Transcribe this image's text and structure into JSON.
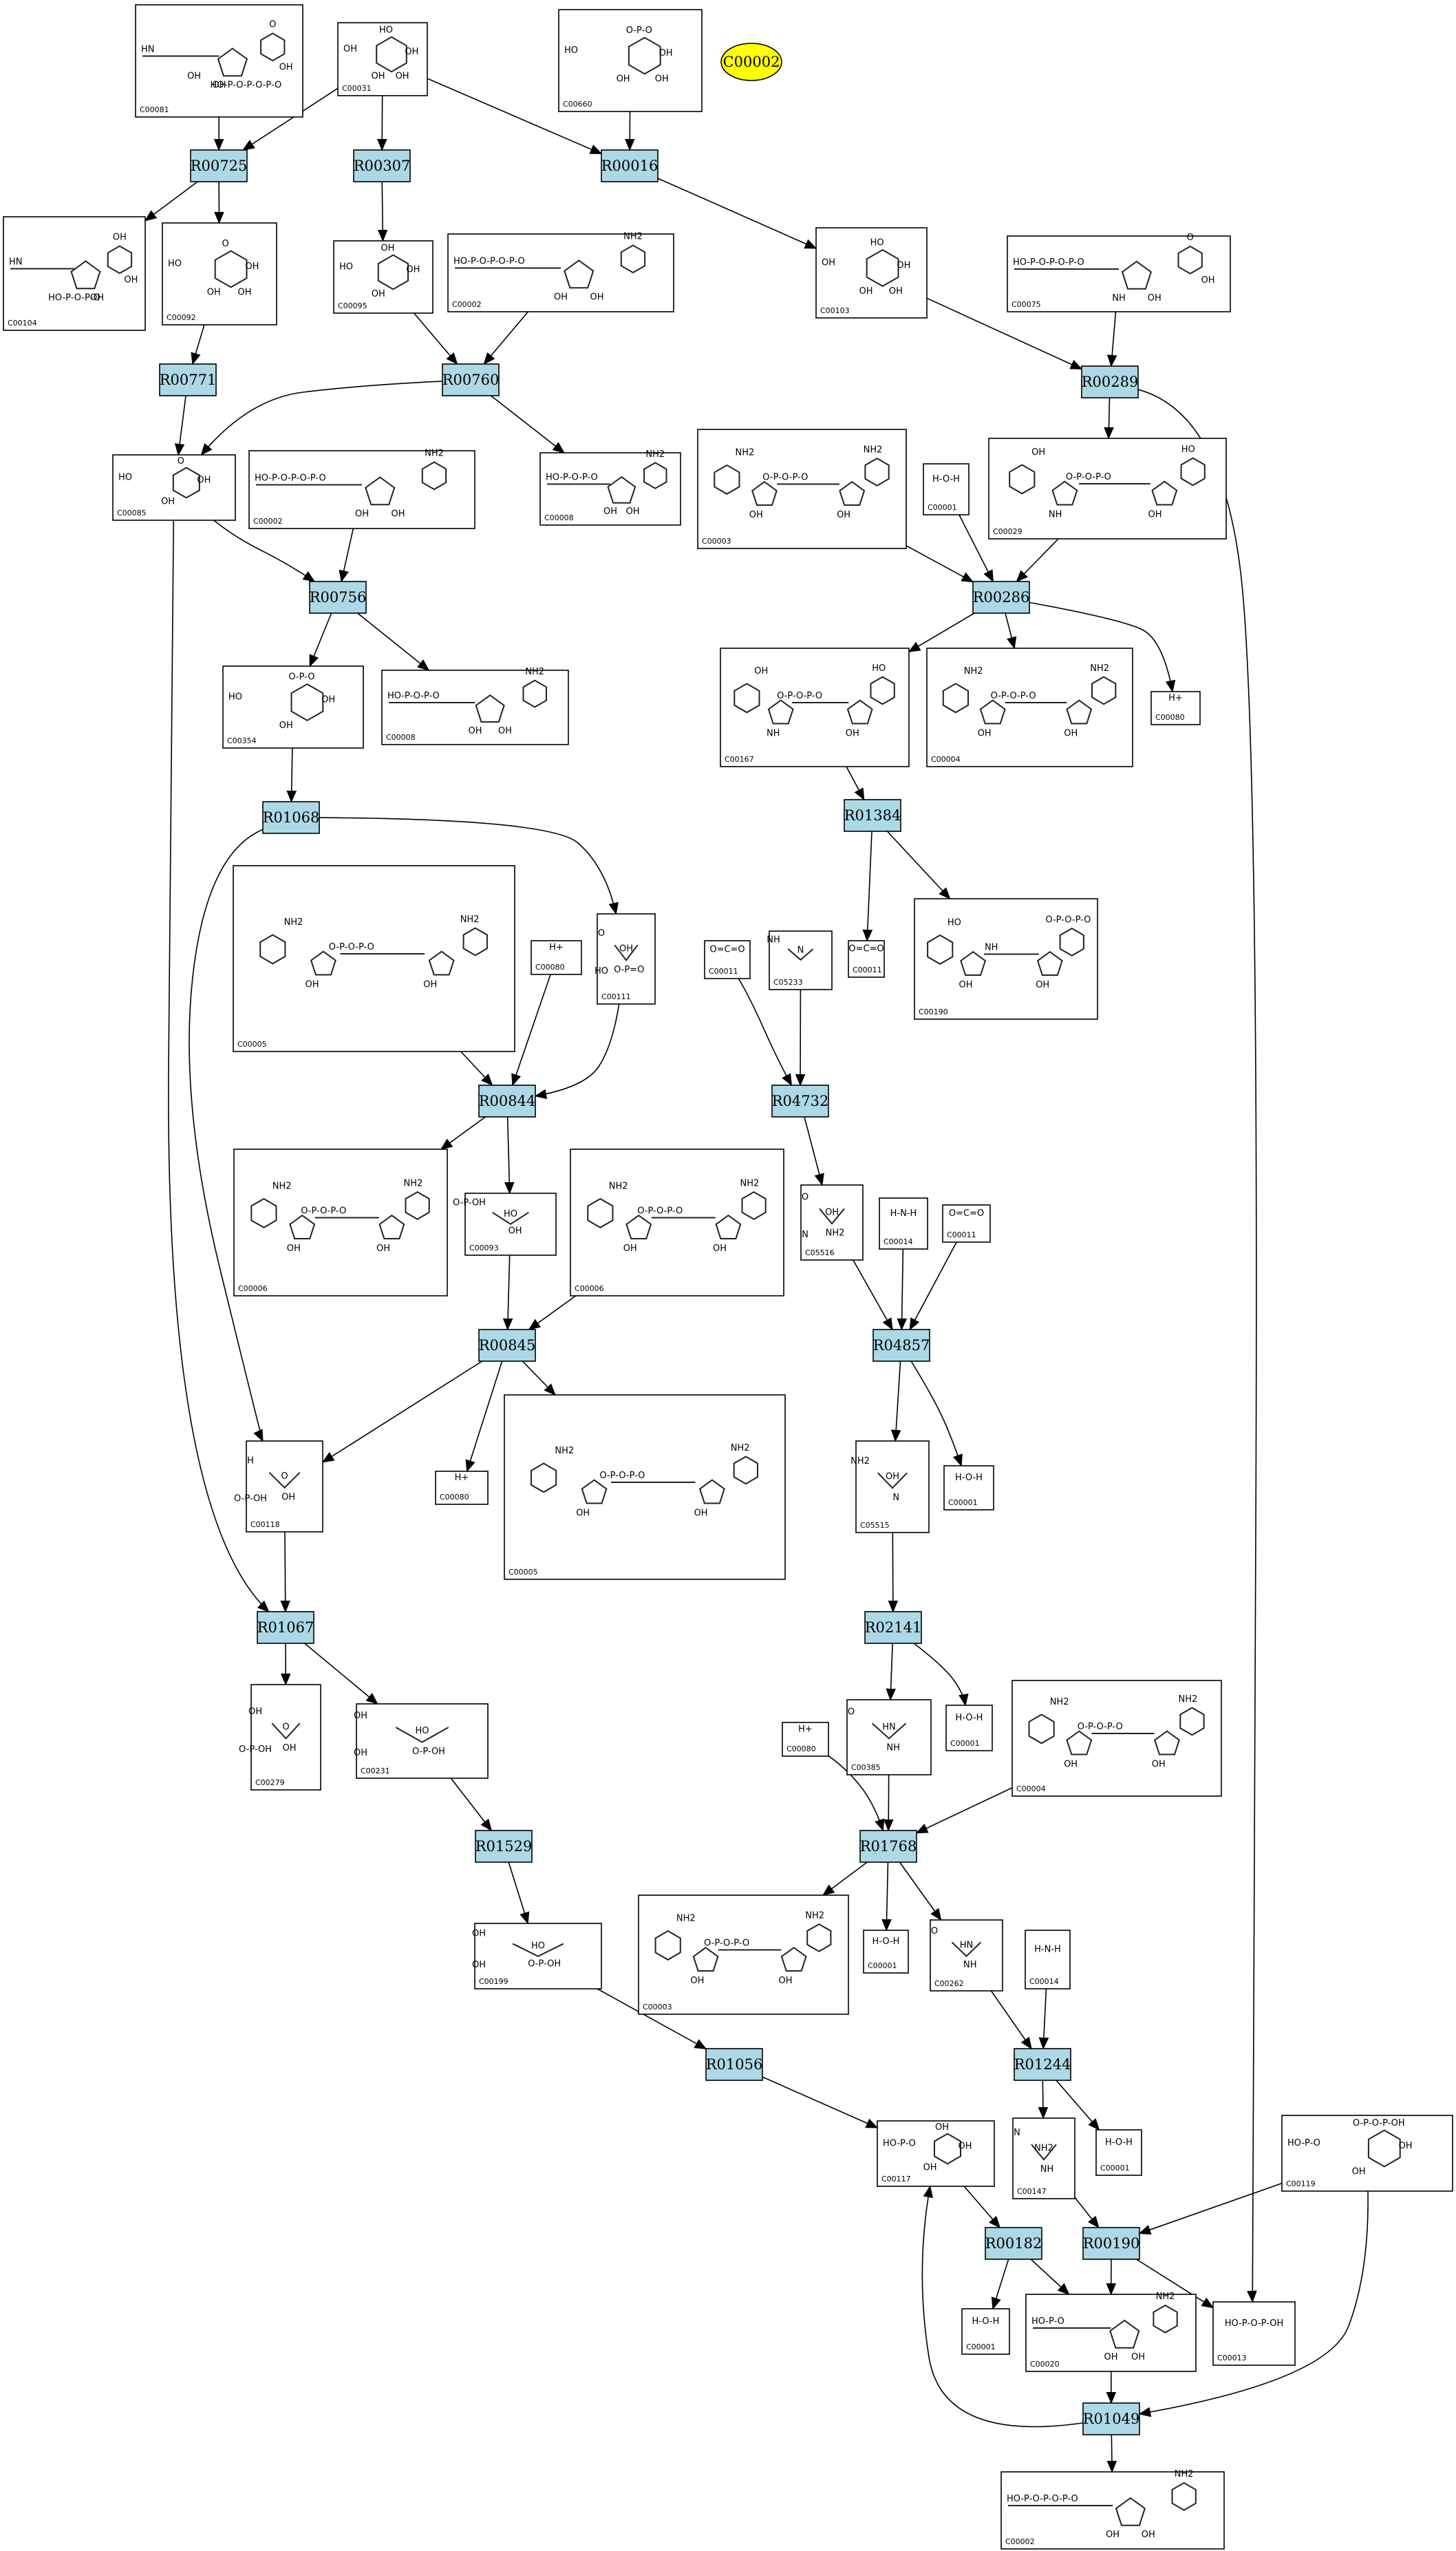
{
  "colors": {
    "reaction_fill": "#add8e6",
    "highlight_fill": "#ffff00"
  },
  "highlight": {
    "label": "C00002"
  },
  "reactions": [
    {
      "id": "R00725"
    },
    {
      "id": "R00307"
    },
    {
      "id": "R00016"
    },
    {
      "id": "R00771"
    },
    {
      "id": "R00760"
    },
    {
      "id": "R00289"
    },
    {
      "id": "R00756"
    },
    {
      "id": "R00286"
    },
    {
      "id": "R01068"
    },
    {
      "id": "R01384"
    },
    {
      "id": "R00844"
    },
    {
      "id": "R04732"
    },
    {
      "id": "R00845"
    },
    {
      "id": "R04857"
    },
    {
      "id": "R01067"
    },
    {
      "id": "R02141"
    },
    {
      "id": "R01529"
    },
    {
      "id": "R01768"
    },
    {
      "id": "R01056"
    },
    {
      "id": "R01244"
    },
    {
      "id": "R00182"
    },
    {
      "id": "R00190"
    },
    {
      "id": "R01049"
    }
  ],
  "compounds": [
    {
      "id": "C00081",
      "kind": "nucleotide",
      "atoms": [
        "HN",
        "O",
        "OH",
        "HO-P-O-P-O-P-O",
        "OH",
        "OH"
      ]
    },
    {
      "id": "C00031",
      "kind": "sugar",
      "atoms": [
        "OH",
        "HO",
        "OH",
        "OH",
        "OH"
      ]
    },
    {
      "id": "C00660",
      "kind": "sugar",
      "atoms": [
        "HO",
        "O-P-O",
        "OH",
        "OH",
        "OH"
      ]
    },
    {
      "id": "C00104",
      "kind": "nucleotide",
      "atoms": [
        "HN",
        "OH",
        "HO-P-O-P-O",
        "OH",
        "OH"
      ]
    },
    {
      "id": "C00092",
      "kind": "sugar",
      "atoms": [
        "HO",
        "O",
        "OH",
        "OH",
        "OH"
      ]
    },
    {
      "id": "C00095",
      "kind": "sugar",
      "atoms": [
        "HO",
        "OH",
        "OH",
        "OH"
      ]
    },
    {
      "id": "C00002",
      "kind": "nucleotide",
      "atoms": [
        "HO-P-O-P-O-P-O",
        "NH2",
        "OH",
        "OH"
      ]
    },
    {
      "id": "C00103",
      "kind": "sugar",
      "atoms": [
        "OH",
        "HO",
        "OH",
        "OH",
        "OH"
      ]
    },
    {
      "id": "C00075",
      "kind": "nucleotide",
      "atoms": [
        "HO-P-O-P-O-P-O",
        "O",
        "NH",
        "OH",
        "OH"
      ]
    },
    {
      "id": "C00085",
      "kind": "sugar",
      "atoms": [
        "HO",
        "O",
        "OH",
        "OH"
      ]
    },
    {
      "id": "C00002",
      "kind": "nucleotide",
      "atoms": [
        "HO-P-O-P-O-P-O",
        "NH2",
        "OH",
        "OH"
      ]
    },
    {
      "id": "C00008",
      "kind": "nucleotide",
      "atoms": [
        "HO-P-O-P-O",
        "NH2",
        "OH",
        "OH"
      ]
    },
    {
      "id": "C00003",
      "kind": "dinucleotide",
      "atoms": [
        "NH2",
        "NH2",
        "O-P-O-P-O",
        "OH",
        "OH"
      ]
    },
    {
      "id": "C00001",
      "kind": "small",
      "atoms": [
        "H-O-H"
      ]
    },
    {
      "id": "C00029",
      "kind": "dinucleotide",
      "atoms": [
        "OH",
        "HO",
        "O-P-O-P-O",
        "NH",
        "OH"
      ]
    },
    {
      "id": "C00354",
      "kind": "sugar",
      "atoms": [
        "HO",
        "O-P-O",
        "OH",
        "OH"
      ]
    },
    {
      "id": "C00008",
      "kind": "nucleotide",
      "atoms": [
        "HO-P-O-P-O",
        "NH2",
        "OH",
        "OH"
      ]
    },
    {
      "id": "C00167",
      "kind": "dinucleotide",
      "atoms": [
        "OH",
        "HO",
        "O-P-O-P-O",
        "NH",
        "OH"
      ]
    },
    {
      "id": "C00004",
      "kind": "dinucleotide",
      "atoms": [
        "NH2",
        "NH2",
        "O-P-O-P-O",
        "OH",
        "OH"
      ]
    },
    {
      "id": "C00080",
      "kind": "small",
      "atoms": [
        "H+"
      ]
    },
    {
      "id": "C00005",
      "kind": "dinucleotide",
      "atoms": [
        "NH2",
        "NH2",
        "O-P-O-P-O",
        "OH",
        "OH"
      ]
    },
    {
      "id": "C00080",
      "kind": "small",
      "atoms": [
        "H+"
      ]
    },
    {
      "id": "C00111",
      "kind": "small",
      "atoms": [
        "OH",
        "O",
        "O-P=O",
        "HO"
      ]
    },
    {
      "id": "C00011",
      "kind": "small",
      "atoms": [
        "O=C=O"
      ]
    },
    {
      "id": "C05233",
      "kind": "small",
      "atoms": [
        "N",
        "NH"
      ]
    },
    {
      "id": "C00011",
      "kind": "small",
      "atoms": [
        "O=C=O"
      ]
    },
    {
      "id": "C00190",
      "kind": "dinucleotide",
      "atoms": [
        "HO",
        "O-P-O-P-O",
        "NH",
        "OH",
        "OH"
      ]
    },
    {
      "id": "C00006",
      "kind": "dinucleotide",
      "atoms": [
        "NH2",
        "NH2",
        "O-P-O-P-O",
        "OH",
        "OH"
      ]
    },
    {
      "id": "C00093",
      "kind": "small",
      "atoms": [
        "HO",
        "O-P-OH",
        "OH"
      ]
    },
    {
      "id": "C00006",
      "kind": "dinucleotide",
      "atoms": [
        "NH2",
        "NH2",
        "O-P-O-P-O",
        "OH",
        "OH"
      ]
    },
    {
      "id": "C05516",
      "kind": "small",
      "atoms": [
        "OH",
        "O",
        "NH2",
        "N"
      ]
    },
    {
      "id": "C00014",
      "kind": "small",
      "atoms": [
        "H-N-H"
      ]
    },
    {
      "id": "C00011",
      "kind": "small",
      "atoms": [
        "O=C=O"
      ]
    },
    {
      "id": "C00080",
      "kind": "small",
      "atoms": [
        "H+"
      ]
    },
    {
      "id": "C00005",
      "kind": "dinucleotide",
      "atoms": [
        "NH2",
        "NH2",
        "O-P-O-P-O",
        "OH",
        "OH"
      ]
    },
    {
      "id": "C05515",
      "kind": "small",
      "atoms": [
        "OH",
        "NH2",
        "N"
      ]
    },
    {
      "id": "C00001",
      "kind": "small",
      "atoms": [
        "H-O-H"
      ]
    },
    {
      "id": "C00118",
      "kind": "small",
      "atoms": [
        "O",
        "H",
        "OH",
        "O-P-OH"
      ]
    },
    {
      "id": "C00279",
      "kind": "small",
      "atoms": [
        "O",
        "OH",
        "OH",
        "O-P-OH"
      ]
    },
    {
      "id": "C00231",
      "kind": "small",
      "atoms": [
        "HO",
        "OH",
        "O-P-OH",
        "OH"
      ]
    },
    {
      "id": "C00385",
      "kind": "small",
      "atoms": [
        "HN",
        "O",
        "NH"
      ]
    },
    {
      "id": "C00001",
      "kind": "small",
      "atoms": [
        "H-O-H"
      ]
    },
    {
      "id": "C00004",
      "kind": "dinucleotide",
      "atoms": [
        "NH2",
        "NH2",
        "O-P-O-P-O",
        "OH",
        "OH"
      ]
    },
    {
      "id": "C00080",
      "kind": "small",
      "atoms": [
        "H+"
      ]
    },
    {
      "id": "C00199",
      "kind": "small",
      "atoms": [
        "HO",
        "OH",
        "O-P-OH",
        "OH"
      ]
    },
    {
      "id": "C00003",
      "kind": "dinucleotide",
      "atoms": [
        "NH2",
        "NH2",
        "O-P-O-P-O",
        "OH",
        "OH"
      ]
    },
    {
      "id": "C00001",
      "kind": "small",
      "atoms": [
        "H-O-H"
      ]
    },
    {
      "id": "C00262",
      "kind": "small",
      "atoms": [
        "HN",
        "O",
        "NH"
      ]
    },
    {
      "id": "C00014",
      "kind": "small",
      "atoms": [
        "H-N-H"
      ]
    },
    {
      "id": "C00117",
      "kind": "sugar",
      "atoms": [
        "HO-P-O",
        "OH",
        "OH",
        "OH"
      ]
    },
    {
      "id": "C00147",
      "kind": "small",
      "atoms": [
        "NH2",
        "N",
        "NH"
      ]
    },
    {
      "id": "C00001",
      "kind": "small",
      "atoms": [
        "H-O-H"
      ]
    },
    {
      "id": "C00119",
      "kind": "sugar",
      "atoms": [
        "HO-P-O",
        "O-P-O-P-OH",
        "OH",
        "OH"
      ]
    },
    {
      "id": "C00001",
      "kind": "small",
      "atoms": [
        "H-O-H"
      ]
    },
    {
      "id": "C00020",
      "kind": "nucleotide",
      "atoms": [
        "HO-P-O",
        "NH2",
        "OH",
        "OH"
      ]
    },
    {
      "id": "C00013",
      "kind": "small",
      "atoms": [
        "HO-P-O-P-OH"
      ]
    },
    {
      "id": "C00002",
      "kind": "nucleotide",
      "atoms": [
        "HO-P-O-P-O-P-O",
        "NH2",
        "OH",
        "OH"
      ]
    }
  ]
}
